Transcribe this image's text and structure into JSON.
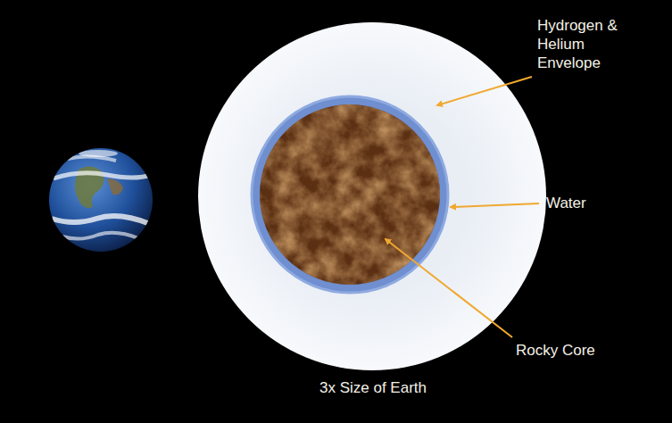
{
  "diagram": {
    "labels": [
      "Hydrogen & Helium Envelope",
      "Water",
      "Rocky Core",
      "3x Size of Earth"
    ]
  }
}
